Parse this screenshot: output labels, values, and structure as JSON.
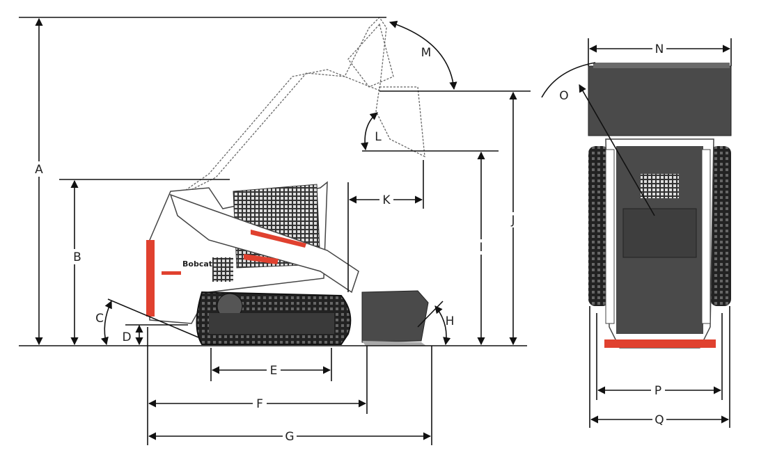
{
  "diagram": {
    "logo_text": "Bobcat",
    "dimension_labels": [
      "A",
      "B",
      "C",
      "D",
      "E",
      "F",
      "G",
      "H",
      "I",
      "J",
      "K",
      "L",
      "M",
      "N",
      "O",
      "P",
      "Q"
    ],
    "colors": {
      "accent_red": "#e0412f",
      "body_dark": "#4a4a4a",
      "line": "#111111"
    }
  }
}
